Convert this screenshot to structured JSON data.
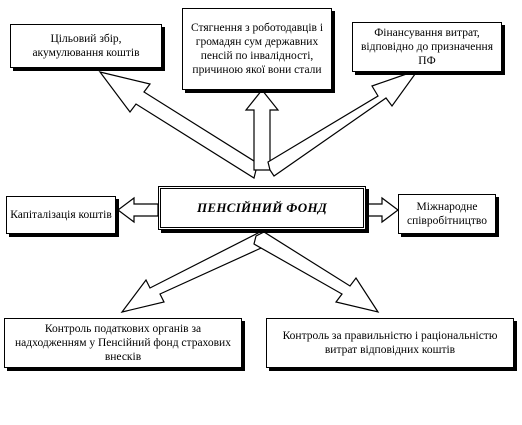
{
  "center": {
    "label": "ПЕНСІЙНИЙ ФОНД"
  },
  "boxes": {
    "top_left": "Цільовий збір, акумулювання коштів",
    "top_center": "Стягнення з роботодавців і громадян сум державних пенсій по інвалідності, причиною якої вони стали",
    "top_right": "Фінансування витрат, відповідно до призначення ПФ",
    "middle_left": "Капіталізація коштів",
    "middle_right": "Міжнародне співробітництво",
    "bottom_left": "Контроль податкових органів за надходженням у Пенсійний фонд страхових внесків",
    "bottom_right": "Контроль за правильністю і раціональністю витрат відповідних коштів"
  }
}
